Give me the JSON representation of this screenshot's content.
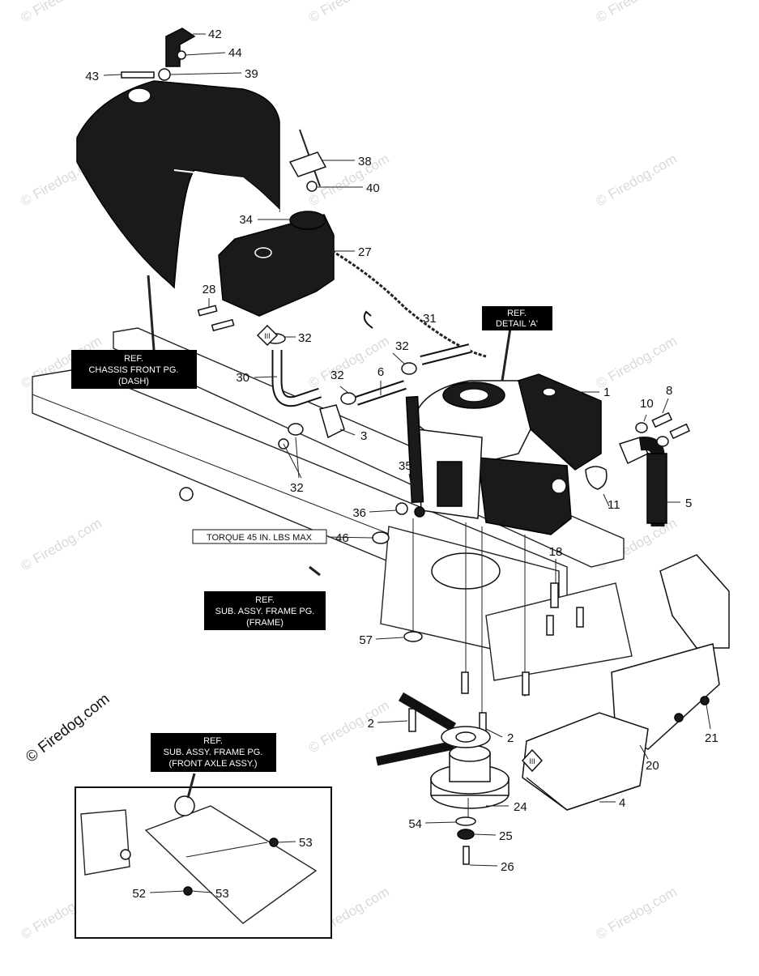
{
  "watermark": {
    "text": "© Firedog.com",
    "side_text": "© Firedog.com"
  },
  "callouts": {
    "c42": "42",
    "c44": "44",
    "c43": "43",
    "c39": "39",
    "c38": "38",
    "c40": "40",
    "c34": "34",
    "c27": "27",
    "c28": "28",
    "c31": "31",
    "c32a": "32",
    "c32b": "32",
    "c32c": "32",
    "c32d": "32",
    "c30": "30",
    "c6": "6",
    "c3": "3",
    "c1": "1",
    "c10": "10",
    "c8": "8",
    "c35": "35",
    "c11": "11",
    "c5": "5",
    "c36": "36",
    "c46": "46",
    "c18": "18",
    "c57": "57",
    "c2a": "2",
    "c2b": "2",
    "c21": "21",
    "c20": "20",
    "c24": "24",
    "c4": "4",
    "c54": "54",
    "c25": "25",
    "c26": "26",
    "c53a": "53",
    "c53b": "53",
    "c52": "52"
  },
  "ref_boxes": {
    "detail_a": [
      "REF.",
      "DETAIL 'A'"
    ],
    "chassis": [
      "REF.",
      "CHASSIS FRONT PG.",
      "(DASH)"
    ],
    "subframe": [
      "REF.",
      "SUB. ASSY. FRAME PG.",
      "(FRAME)"
    ],
    "front_axle": [
      "REF.",
      "SUB. ASSY. FRAME PG.",
      "(FRONT AXLE ASSY.)"
    ]
  },
  "torque_label": "TORQUE 45 IN. LBS MAX",
  "symbol_label": "III"
}
